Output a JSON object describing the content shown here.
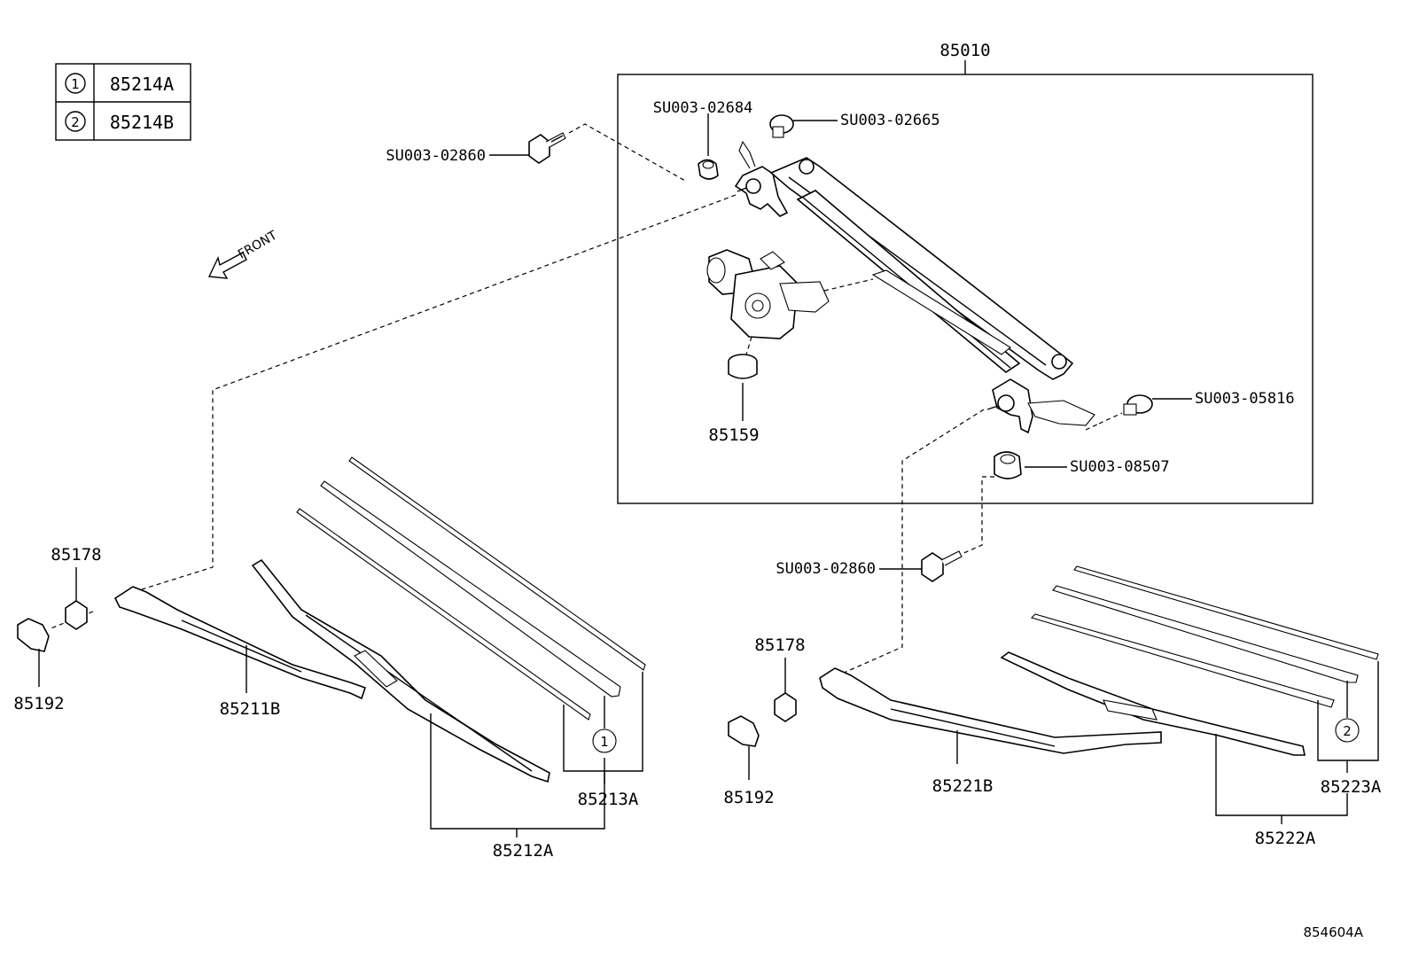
{
  "legend": {
    "rows": [
      {
        "num": "1",
        "part": "85214A"
      },
      {
        "num": "2",
        "part": "85214B"
      }
    ]
  },
  "assembly": {
    "label": "85010"
  },
  "direction": {
    "label": "FRONT"
  },
  "labels": {
    "su_02684": "SU003-02684",
    "su_02665": "SU003-02665",
    "su_02860_top": "SU003-02860",
    "su_05816": "SU003-05816",
    "su_08507": "SU003-08507",
    "su_02860_mid": "SU003-02860",
    "p85159": "85159",
    "p85178_left": "85178",
    "p85192_left": "85192",
    "p85211b": "85211B",
    "p85212a": "85212A",
    "p85213a": "85213A",
    "p85178_right": "85178",
    "p85192_right": "85192",
    "p85221b": "85221B",
    "p85222a": "85222A",
    "p85223a": "85223A"
  },
  "callouts": {
    "one": "1",
    "two": "2"
  },
  "figure_ref": "854604A"
}
